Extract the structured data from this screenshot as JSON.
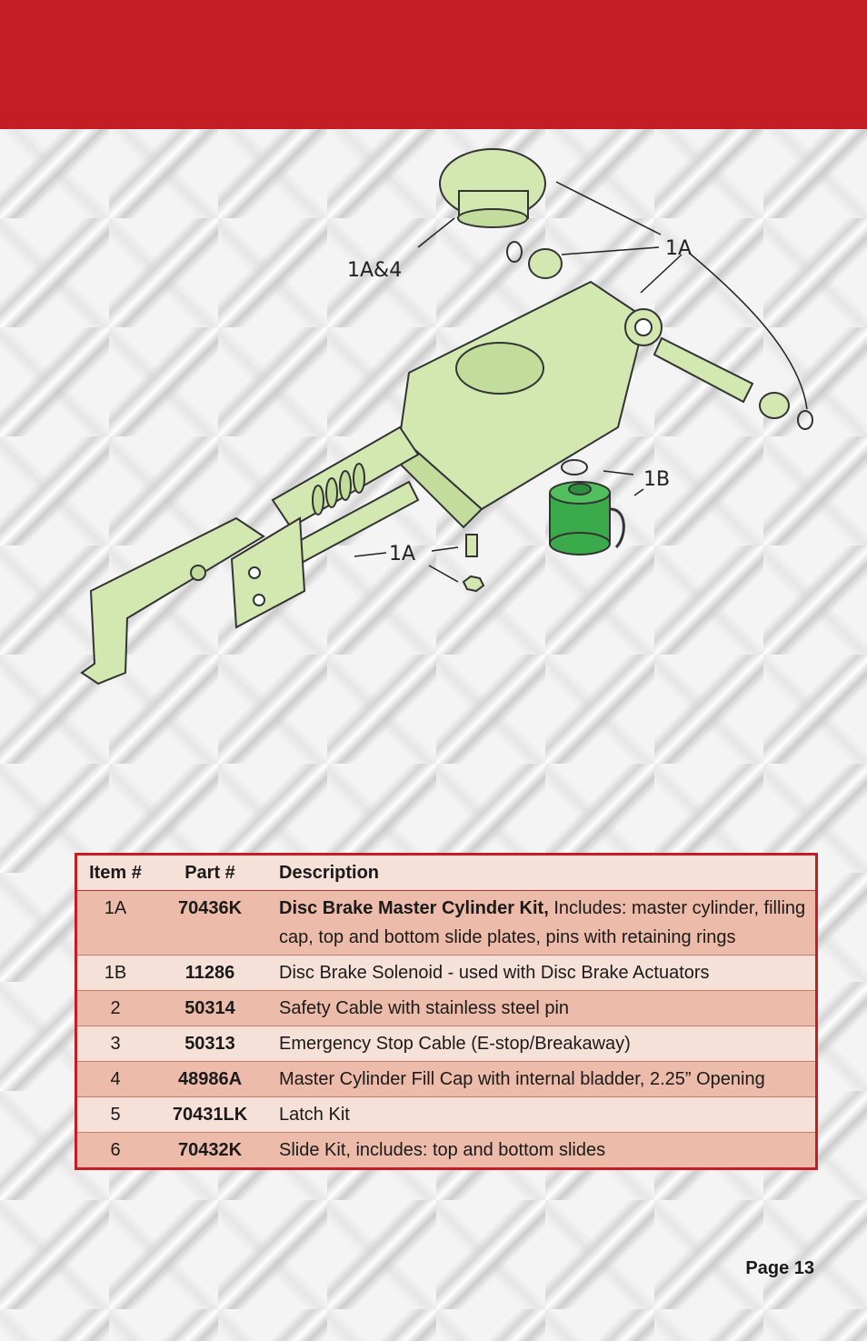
{
  "diagram": {
    "callouts": {
      "c1a4": "1A&4",
      "c1a_top": "1A",
      "c1b": "1B",
      "c1a_bottom": "1A"
    }
  },
  "table": {
    "headers": {
      "item": "Item #",
      "part": "Part #",
      "desc": "Description"
    },
    "rows": [
      {
        "item": "1A",
        "part": "70436K",
        "desc_bold": "Disc Brake Master Cylinder Kit,",
        "desc": "Includes: master cylinder, filling cap, top and bottom slide plates, pins with retaining rings"
      },
      {
        "item": "1B",
        "part": "11286",
        "desc_bold": "",
        "desc": "Disc Brake Solenoid - used with Disc Brake Actuators"
      },
      {
        "item": "2",
        "part": "50314",
        "desc_bold": "",
        "desc": "Safety Cable with stainless steel pin"
      },
      {
        "item": "3",
        "part": "50313",
        "desc_bold": "",
        "desc": "Emergency Stop Cable (E-stop/Breakaway)"
      },
      {
        "item": "4",
        "part": "48986A",
        "desc_bold": "",
        "desc": "Master Cylinder Fill Cap with internal bladder, 2.25” Opening"
      },
      {
        "item": "5",
        "part": "70431LK",
        "desc_bold": "",
        "desc": "Latch Kit"
      },
      {
        "item": "6",
        "part": "70432K",
        "desc_bold": "",
        "desc": "Slide Kit, includes: top and bottom slides"
      }
    ]
  },
  "footer": {
    "page": "Page 13"
  },
  "colors": {
    "header_red": "#c41e24",
    "part_green": "#d3e8b0",
    "solenoid_green": "#3aaa4a"
  }
}
